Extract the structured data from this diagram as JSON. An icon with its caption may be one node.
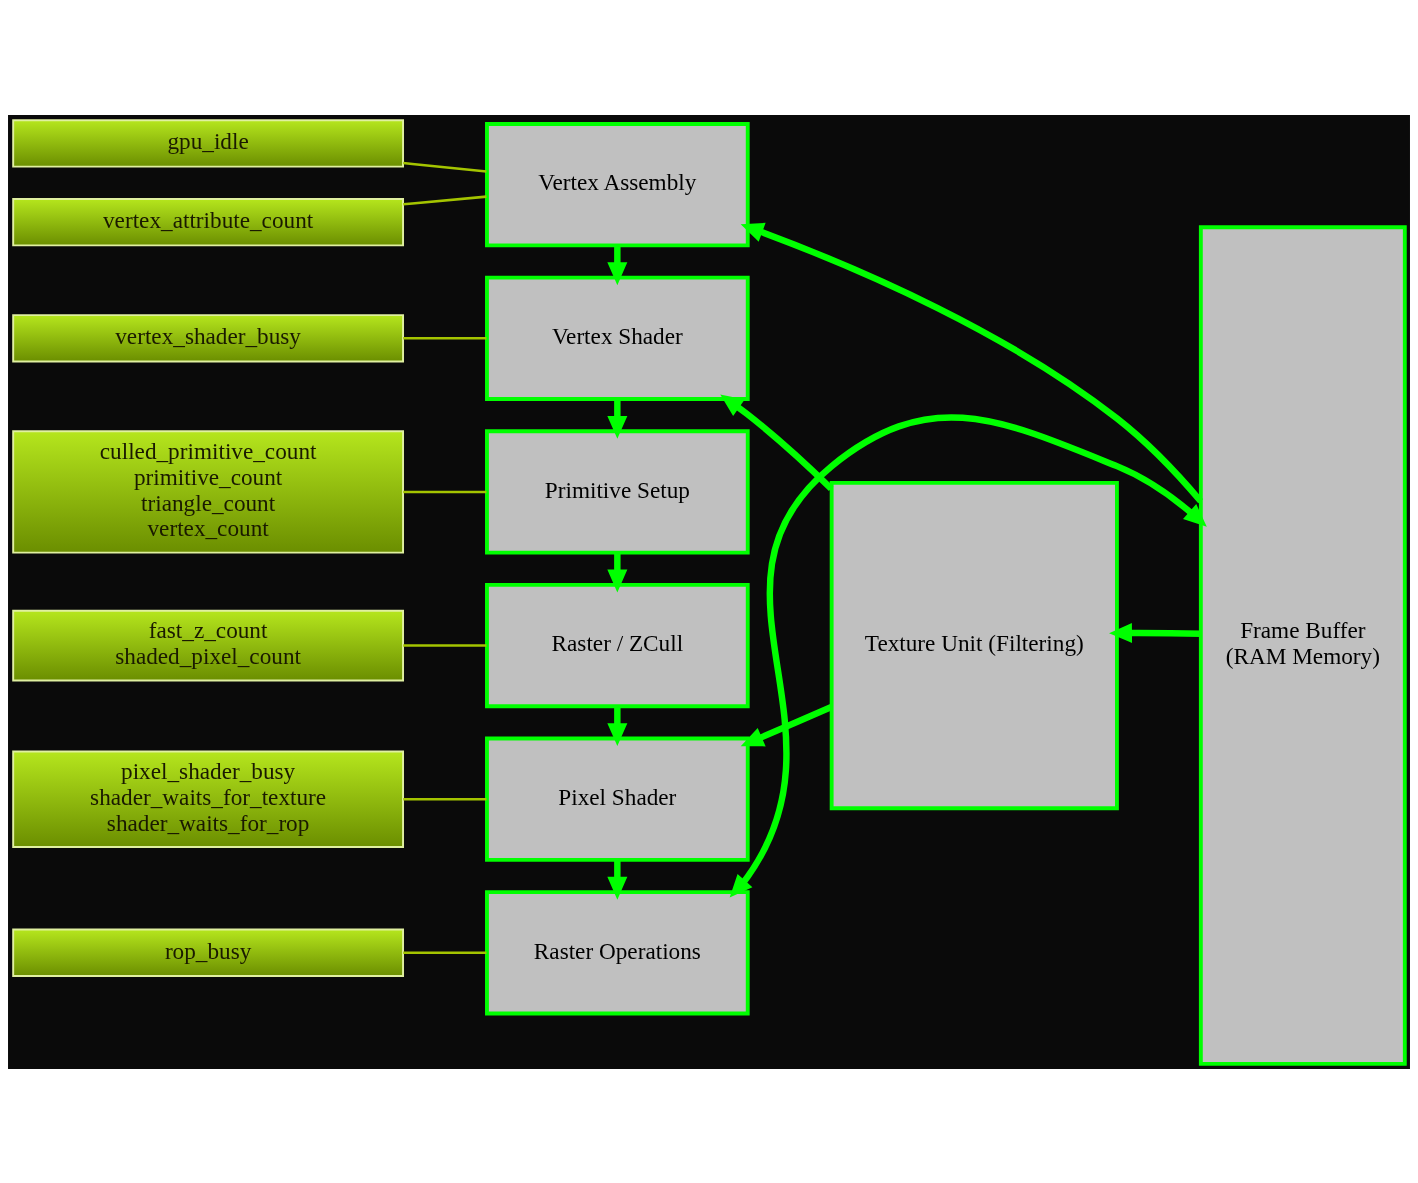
{
  "diagram": {
    "nodes": [
      {
        "text": [
          "gpu_idle"
        ]
      },
      {
        "text": [
          "vertex_attribute_count"
        ]
      },
      {
        "text": [
          "vertex_shader_busy"
        ]
      },
      {
        "text": [
          "culled_primitive_count",
          "primitive_count",
          "triangle_count",
          "vertex_count"
        ]
      },
      {
        "text": [
          "fast_z_count",
          "shaded_pixel_count"
        ]
      },
      {
        "text": [
          "pixel_shader_busy",
          "shader_waits_for_texture",
          "shader_waits_for_rop"
        ]
      },
      {
        "text": [
          "rop_busy"
        ]
      },
      {
        "text": [
          "Vertex Assembly"
        ]
      },
      {
        "text": [
          "Vertex Shader"
        ]
      },
      {
        "text": [
          "Primitive Setup"
        ]
      },
      {
        "text": [
          "Raster / ZCull"
        ]
      },
      {
        "text": [
          "Pixel Shader"
        ]
      },
      {
        "text": [
          "Raster Operations"
        ]
      },
      {
        "text": [
          "Texture Unit (Filtering)"
        ]
      },
      {
        "text": [
          "Frame Buffer",
          "(RAM Memory)"
        ]
      }
    ],
    "edges": [
      {
        "from": 0,
        "to": 7,
        "arrow": "none",
        "color": "#a4c400"
      },
      {
        "from": 1,
        "to": 7,
        "arrow": "none",
        "color": "#a4c400"
      },
      {
        "from": 2,
        "to": 8,
        "arrow": "none",
        "color": "#a4c400"
      },
      {
        "from": 3,
        "to": 9,
        "arrow": "none",
        "color": "#a4c400"
      },
      {
        "from": 4,
        "to": 10,
        "arrow": "none",
        "color": "#a4c400"
      },
      {
        "from": 5,
        "to": 11,
        "arrow": "none",
        "color": "#a4c400"
      },
      {
        "from": 6,
        "to": 12,
        "arrow": "none",
        "color": "#a4c400"
      },
      {
        "from": 7,
        "to": 8,
        "arrow": "to"
      },
      {
        "from": 8,
        "to": 9,
        "arrow": "to"
      },
      {
        "from": 9,
        "to": 10,
        "arrow": "to"
      },
      {
        "from": 10,
        "to": 11,
        "arrow": "to"
      },
      {
        "from": 11,
        "to": 12,
        "arrow": "to"
      },
      {
        "from": 14,
        "to": 7,
        "arrow": "to"
      },
      {
        "from": 13,
        "to": 8,
        "arrow": "to"
      },
      {
        "from": 13,
        "to": 11,
        "arrow": "to"
      },
      {
        "from": 14,
        "to": 13,
        "arrow": "to"
      },
      {
        "from": 12,
        "to": 14,
        "arrow": "both"
      }
    ]
  }
}
